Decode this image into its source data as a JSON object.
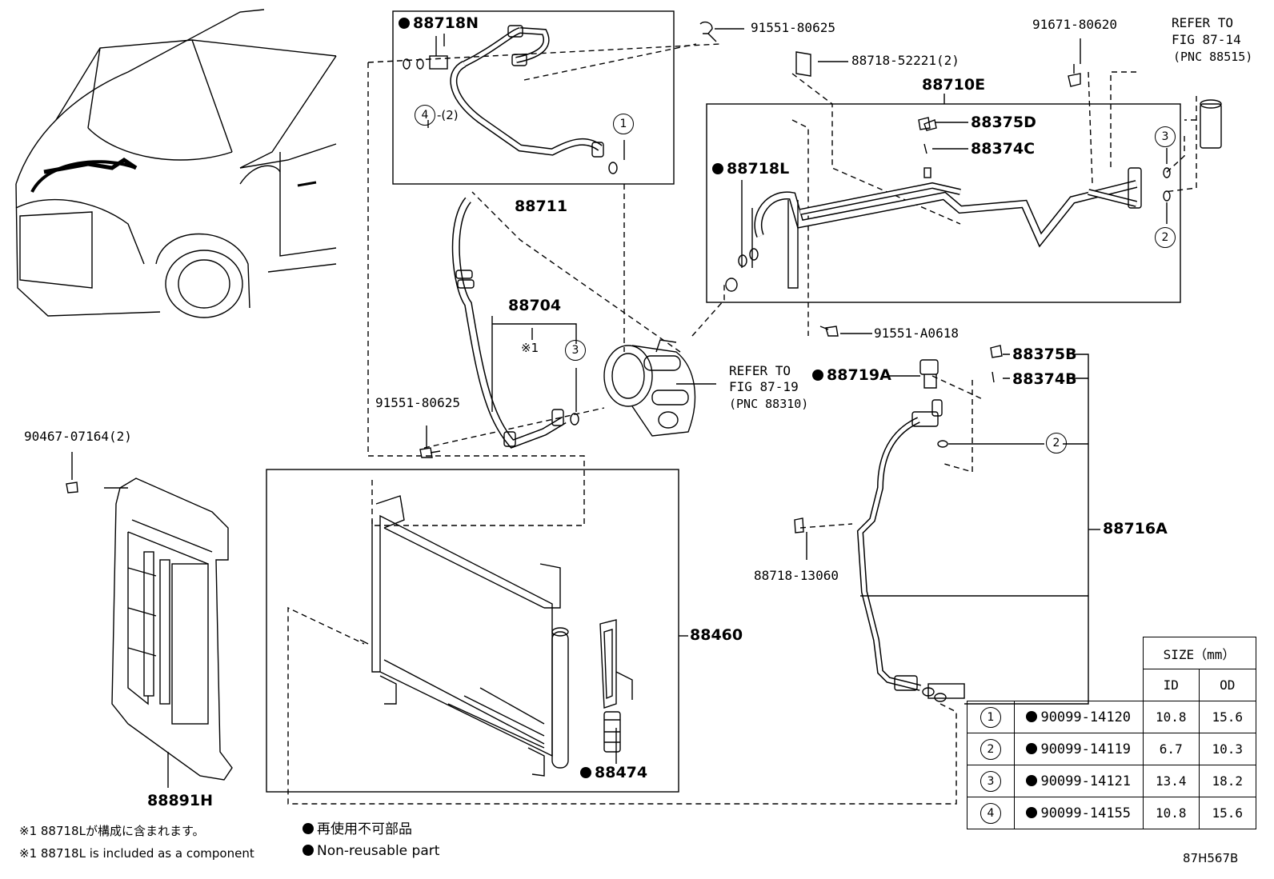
{
  "callouts": {
    "p88718N": "88718N",
    "p91551_80625_top": "91551-80625",
    "p88718_52221": "88718-52221(2)",
    "p91671_80620": "91671-80620",
    "refer_87_14_line1": "REFER TO",
    "refer_87_14_line2": "FIG 87-14",
    "refer_87_14_line3": "(PNC 88515)",
    "p88710E": "88710E",
    "p88375D": "88375D",
    "p88374C": "88374C",
    "p88718L": "88718L",
    "p88711": "88711",
    "p88704": "88704",
    "mark1": "※1",
    "p91551_A0618": "91551-A0618",
    "refer_87_19_line1": "REFER TO",
    "refer_87_19_line2": "FIG 87-19",
    "refer_87_19_line3": "(PNC 88310)",
    "p88719A": "88719A",
    "p88375B": "88375B",
    "p88374B": "88374B",
    "p91551_80625_mid": "91551-80625",
    "p90467_07164": "90467-07164(2)",
    "p88716A": "88716A",
    "p88718_13060": "88718-13060",
    "p88460": "88460",
    "p88474": "88474",
    "p88891H": "88891H",
    "qty2": "-(2)",
    "diagram_id": "87H567B"
  },
  "notes": {
    "footnote_jp": "※1 88718Lが構成に含まれます。",
    "footnote_en": "※1 88718L is included as a component",
    "legend_jp": "再使用不可部品",
    "legend_en": "Non-reusable part"
  },
  "size_table": {
    "header_size": "SIZE（mm）",
    "header_id": "ID",
    "header_od": "OD",
    "rows": [
      {
        "no": "1",
        "part": "90099-14120",
        "id": "10.8",
        "od": "15.6"
      },
      {
        "no": "2",
        "part": "90099-14119",
        "id": "6.7",
        "od": "10.3"
      },
      {
        "no": "3",
        "part": "90099-14121",
        "id": "13.4",
        "od": "18.2"
      },
      {
        "no": "4",
        "part": "90099-14155",
        "id": "10.8",
        "od": "15.6"
      }
    ]
  },
  "ref_circles": {
    "c1": "1",
    "c2": "2",
    "c3": "3",
    "c4": "4"
  }
}
